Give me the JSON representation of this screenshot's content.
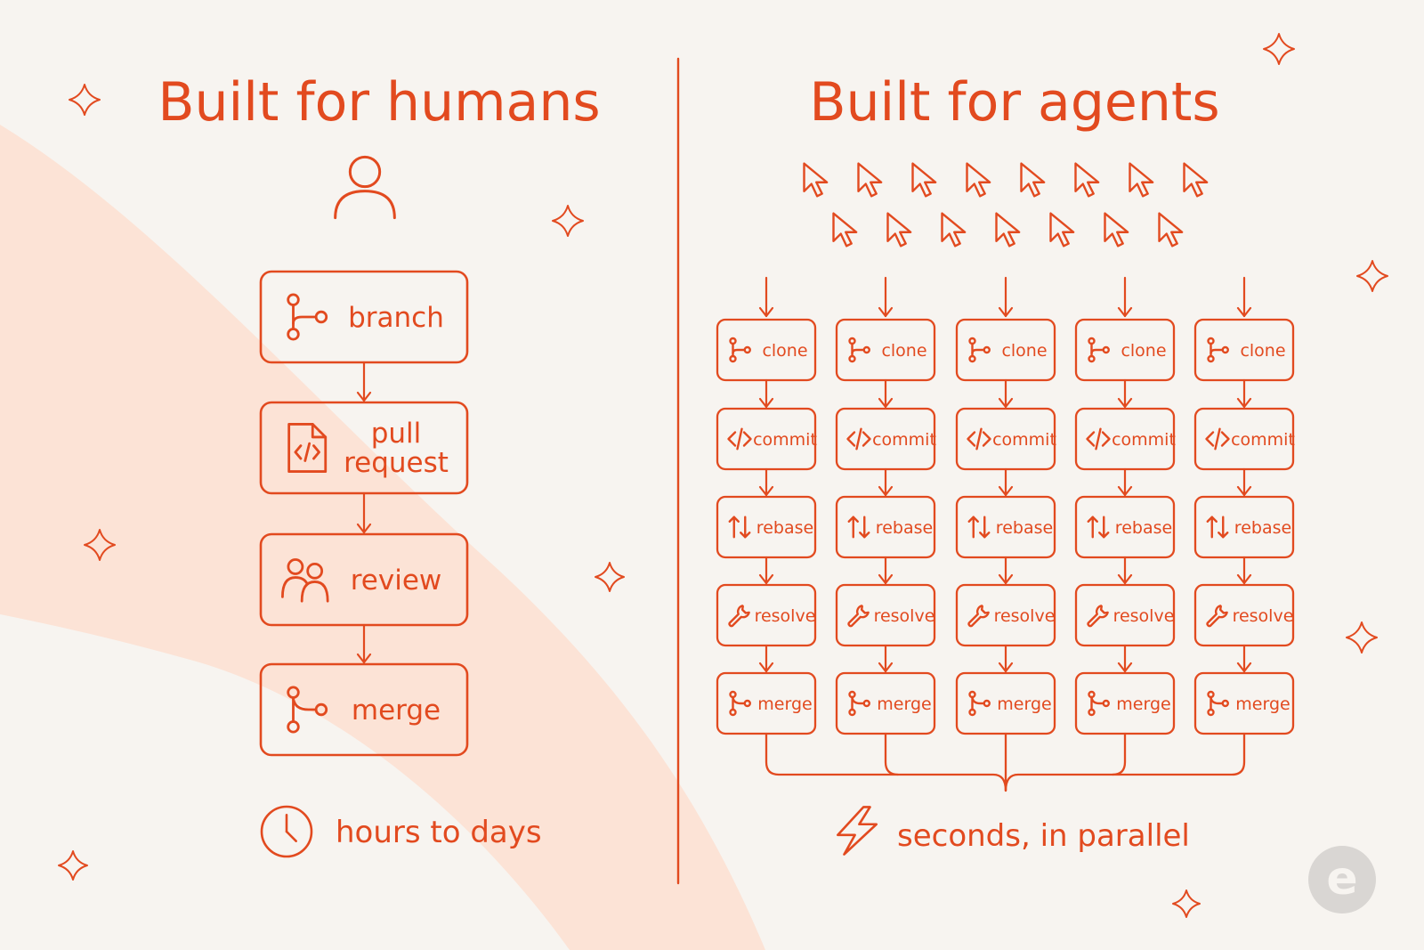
{
  "colors": {
    "accent": "#e24a1f",
    "background": "#f7f4f0",
    "blob": "#fce3d6",
    "watermark": "#d9d6d3"
  },
  "humans": {
    "title": "Built for humans",
    "steps": [
      {
        "label": "branch",
        "icon": "branch-icon"
      },
      {
        "label": "pull\nrequest",
        "icon": "code-file-icon"
      },
      {
        "label": "review",
        "icon": "people-icon"
      },
      {
        "label": "merge",
        "icon": "merge-icon"
      }
    ],
    "footer": "hours to days",
    "footer_icon": "clock-icon"
  },
  "agents": {
    "title": "Built for agents",
    "cursor_rows": [
      8,
      7
    ],
    "column_count": 5,
    "steps": [
      {
        "label": "clone",
        "icon": "branch-icon"
      },
      {
        "label": "commit",
        "icon": "code-icon"
      },
      {
        "label": "rebase",
        "icon": "up-down-arrows-icon"
      },
      {
        "label": "resolve",
        "icon": "wrench-icon"
      },
      {
        "label": "merge",
        "icon": "merge-icon"
      }
    ],
    "footer": "seconds, in parallel",
    "footer_icon": "lightning-icon"
  },
  "watermark": "e"
}
